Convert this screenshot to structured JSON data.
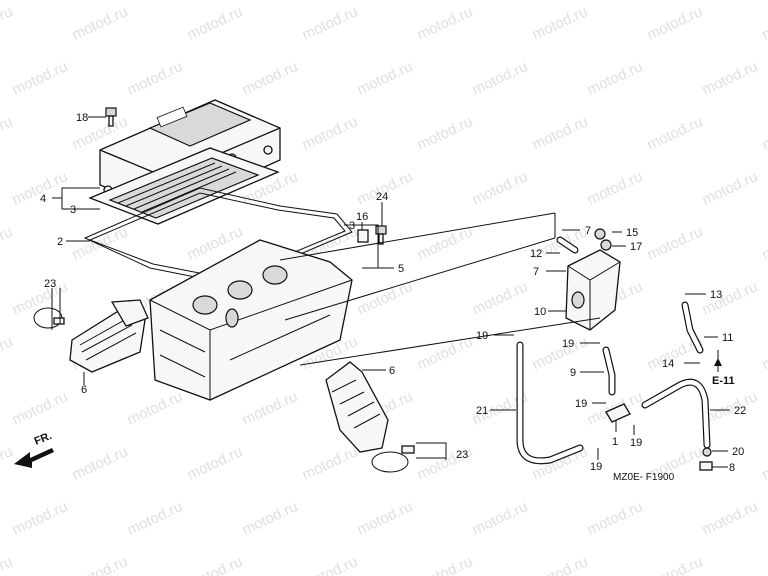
{
  "watermark": "motod.ru",
  "drawing_code": "MZ0E- F1900",
  "arrow_fr": "FR.",
  "ref_e11": "E-11",
  "labels": {
    "p18": "18",
    "p4": "4",
    "p3a": "3",
    "p2": "2",
    "p24": "24",
    "p16": "16",
    "p3b": "3",
    "p5": "5",
    "p23a": "23",
    "p6a": "6",
    "p6b": "6",
    "p23b": "23",
    "p7a": "7",
    "p12": "12",
    "p7b": "7",
    "p15": "15",
    "p17": "17",
    "p10": "10",
    "p13": "13",
    "p19a": "19",
    "p19b": "19",
    "p11": "11",
    "p14": "14",
    "p9": "9",
    "p19c": "19",
    "p21": "21",
    "p22": "22",
    "p1": "1",
    "p19d": "19",
    "p19e": "19",
    "p20": "20",
    "p8": "8"
  }
}
